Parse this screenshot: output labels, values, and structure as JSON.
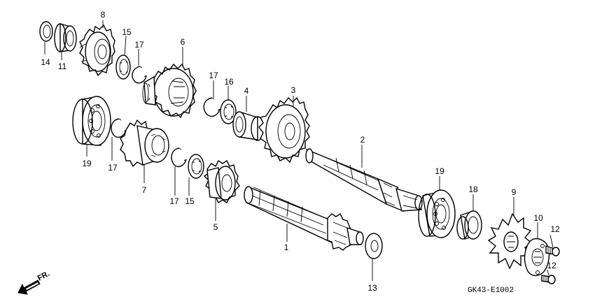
{
  "callouts": {
    "c1": "1",
    "c2": "2",
    "c3": "3",
    "c4": "4",
    "c5": "5",
    "c6": "6",
    "c7": "7",
    "c8": "8",
    "c9": "9",
    "c10": "10",
    "c11": "11",
    "c12a": "12",
    "c12b": "12",
    "c13": "13",
    "c14": "14",
    "c15a": "15",
    "c15b": "15",
    "c16": "16",
    "c17a": "17",
    "c17b": "17",
    "c17c": "17",
    "c17d": "17",
    "c18": "18",
    "c19a": "19",
    "c19b": "19"
  },
  "diagram_code": "GK43-E1002",
  "direction_label": "FR."
}
